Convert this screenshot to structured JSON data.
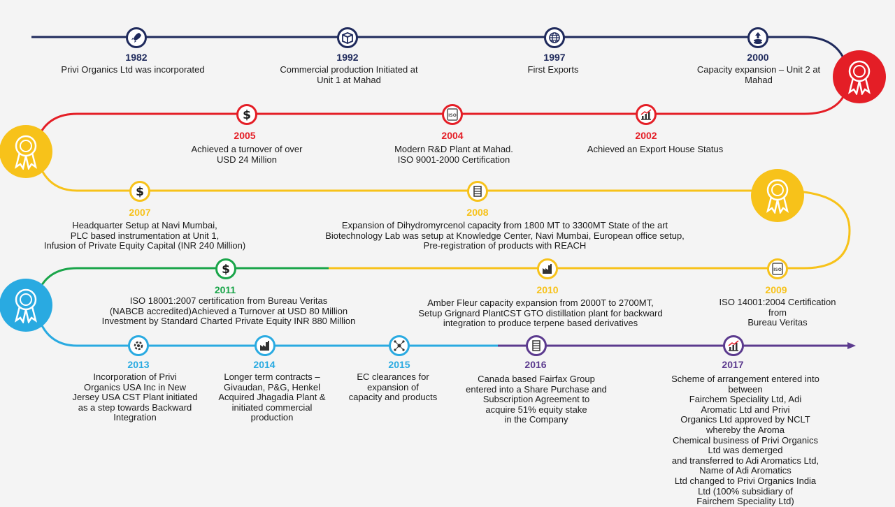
{
  "colors": {
    "navy": "#1f2a5c",
    "red": "#e41e26",
    "yellow": "#f7c21a",
    "green": "#1aa54a",
    "blue": "#29aae1",
    "purple": "#5b3a8e"
  },
  "milestones": [
    {
      "year": "1982",
      "text": "Privi Organics Ltd was incorporated",
      "icon": "rocket-icon",
      "color": "#1f2a5c"
    },
    {
      "year": "1992",
      "text": "Commercial production Initiated at\nUnit 1 at Mahad",
      "icon": "box-icon",
      "color": "#1f2a5c"
    },
    {
      "year": "1997",
      "text": "First Exports",
      "icon": "globe-icon",
      "color": "#1f2a5c"
    },
    {
      "year": "2000",
      "text": "Capacity expansion – Unit 2 at\nMahad",
      "icon": "growth-icon",
      "color": "#1f2a5c"
    },
    {
      "year": "2005",
      "text": "Achieved a turnover of over\nUSD 24 Million",
      "icon": "dollar-icon",
      "color": "#e41e26"
    },
    {
      "year": "2004",
      "text": "Modern R&D Plant at Mahad.\nISO 9001-2000 Certification",
      "icon": "iso-certificate-icon",
      "color": "#e41e26"
    },
    {
      "year": "2002",
      "text": "Achieved an Export House Status",
      "icon": "chart-icon",
      "color": "#e41e26"
    },
    {
      "year": "2007",
      "text": "Headquarter Setup at Navi Mumbai,\nPLC based instrumentation at Unit 1,\nInfusion of Private Equity Capital (INR 240 Million)",
      "icon": "dollar-icon",
      "color": "#f7c21a"
    },
    {
      "year": "2008",
      "text": "Expansion of Dihydromyrcenol capacity from 1800 MT to 3300MT State of the art\nBiotechnology Lab was setup at Knowledge Center, Navi Mumbai, European office setup,\nPre-registration of products with REACH",
      "icon": "building-icon",
      "color": "#f7c21a"
    },
    {
      "year": "2011",
      "text": "ISO 18001:2007 certification from Bureau Veritas\n(NABCB accredited)Achieved a Turnover at USD 80 Million\nInvestment by Standard Charted Private Equity INR 880 Million",
      "icon": "dollar-icon",
      "color": "#1aa54a"
    },
    {
      "year": "2010",
      "text": "Amber Fleur capacity expansion from 2000T to 2700MT,\nSetup Grignard PlantCST GTO distillation plant for backward\nintegration to produce terpene based derivatives",
      "icon": "factory-icon",
      "color": "#f7c21a"
    },
    {
      "year": "2009",
      "text": "ISO 14001:2004 Certification from\nBureau Veritas",
      "icon": "iso-certificate-icon",
      "color": "#f7c21a"
    },
    {
      "year": "2013",
      "text": "Incorporation of Privi\nOrganics USA Inc in New\nJersey USA CST Plant initiated\nas a step towards Backward\nIntegration",
      "icon": "gear-icon",
      "color": "#29aae1"
    },
    {
      "year": "2014",
      "text": "Longer term contracts –\nGivaudan, P&G, Henkel\nAcquired Jhagadia Plant &\ninitiated commercial\nproduction",
      "icon": "factory-icon",
      "color": "#29aae1"
    },
    {
      "year": "2015",
      "text": "EC clearances for\nexpansion of\ncapacity and products",
      "icon": "network-icon",
      "color": "#29aae1"
    },
    {
      "year": "2016",
      "text": "Canada based Fairfax Group\nentered into a Share Purchase and\nSubscription Agreement to\nacquire 51% equity stake\nin the Company",
      "icon": "building-icon",
      "color": "#5b3a8e"
    },
    {
      "year": "2017",
      "text": "Scheme of arrangement entered into between\nFairchem Speciality Ltd, Adi Aromatic Ltd and Privi\nOrganics Ltd approved by NCLT whereby the Aroma\nChemical business of Privi Organics Ltd was demerged\nand transferred to Adi Aromatics Ltd, Name of Adi Aromatics\nLtd changed to Privi Organics India Ltd (100% subsidiary of\nFairchem Speciality Ltd)",
      "icon": "chart-icon",
      "color": "#5b3a8e"
    }
  ],
  "medals": [
    {
      "icon": "award-ribbon-icon",
      "color": "#e41e26"
    },
    {
      "icon": "award-ribbon-icon",
      "color": "#f7c21a"
    },
    {
      "icon": "award-ribbon-icon",
      "color": "#f7c21a"
    },
    {
      "icon": "award-ribbon-icon",
      "color": "#29aae1"
    }
  ]
}
